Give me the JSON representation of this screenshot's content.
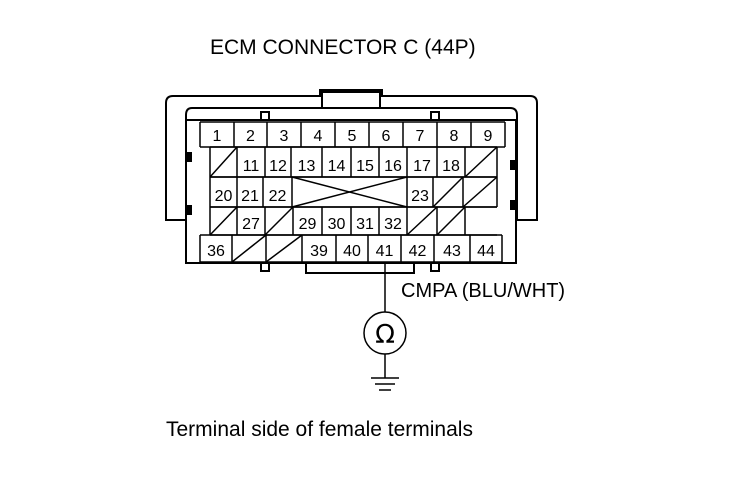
{
  "title": "ECM CONNECTOR C (44P)",
  "wire_label": "CMPA (BLU/WHT)",
  "caption": "Terminal side of female terminals",
  "meter_symbol": "Ω",
  "rows": [
    [
      "1",
      "2",
      "3",
      "4",
      "5",
      "6",
      "7",
      "8",
      "9"
    ],
    [
      "",
      "11",
      "12",
      "13",
      "14",
      "15",
      "16",
      "17",
      "18",
      ""
    ],
    [
      "20",
      "21",
      "22",
      "",
      "23",
      "",
      ""
    ],
    [
      "",
      "27",
      "",
      "29",
      "30",
      "31",
      "32",
      "",
      ""
    ],
    [
      "36",
      "",
      "",
      "39",
      "40",
      "41",
      "42",
      "43",
      "44"
    ]
  ]
}
